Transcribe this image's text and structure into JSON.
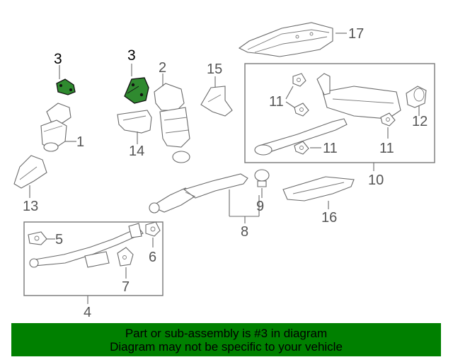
{
  "diagram": {
    "callouts": {
      "c1": "1",
      "c2": "2",
      "c3a": "3",
      "c3b": "3",
      "c4": "4",
      "c5": "5",
      "c6": "6",
      "c7": "7",
      "c8": "8",
      "c9": "9",
      "c10": "10",
      "c11a": "11",
      "c11b": "11",
      "c11c": "11",
      "c12": "12",
      "c13": "13",
      "c14": "14",
      "c15": "15",
      "c16": "16",
      "c17": "17"
    },
    "highlighted_part": "3",
    "highlight_color": "#2f8a2f"
  },
  "banner": {
    "line1": "Part or sub-assembly is #3 in diagram",
    "line2": "Diagram may not be specific to your vehicle",
    "background": "#008000"
  }
}
